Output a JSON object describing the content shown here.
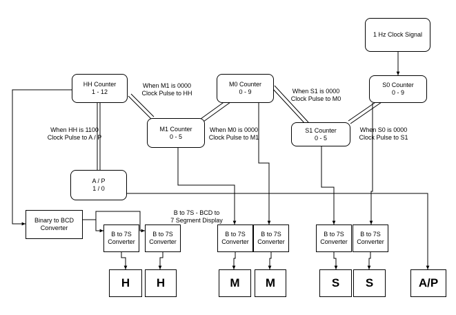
{
  "blocks": {
    "clock": {
      "line1": "1 Hz Clock Signal"
    },
    "hh_counter": {
      "line1": "HH Counter",
      "line2": "1 - 12"
    },
    "m0_counter": {
      "line1": "M0 Counter",
      "line2": "0 - 9"
    },
    "s0_counter": {
      "line1": "S0 Counter",
      "line2": "0 - 9"
    },
    "m1_counter": {
      "line1": "M1 Counter",
      "line2": "0 - 5"
    },
    "s1_counter": {
      "line1": "S1 Counter",
      "line2": "0 - 5"
    },
    "ap": {
      "line1": "A / P",
      "line2": "1 / 0"
    },
    "bcd": {
      "line1": "Binary to BCD",
      "line2": "Converter"
    },
    "b7s": {
      "line1": "B to 7S",
      "line2": "Converter"
    }
  },
  "notes": {
    "m1_to_hh": {
      "line1": "When M1 is 0000",
      "line2": "Clock Pulse to HH"
    },
    "s1_to_m0": {
      "line1": "When S1 is 0000",
      "line2": "Clock Pulse to M0"
    },
    "hh_to_ap": {
      "line1": "When HH is 1100",
      "line2": "Clock Pulse to A / P"
    },
    "m0_to_m1": {
      "line1": "When M0 is 0000",
      "line2": "Clock Pulse to M1"
    },
    "s0_to_s1": {
      "line1": "When S0 is 0000",
      "line2": "Clock Pulse to S1"
    },
    "b7s_caption": {
      "line1": "B to 7S - BCD to",
      "line2": "7 Segment Display"
    }
  },
  "displays": {
    "hour_tens": "H",
    "hour_units": "H",
    "minute_tens": "M",
    "minute_units": "M",
    "second_tens": "S",
    "second_units": "S",
    "am_pm": "A/P"
  },
  "colors": {
    "line": "#000000",
    "background": "#ffffff"
  }
}
